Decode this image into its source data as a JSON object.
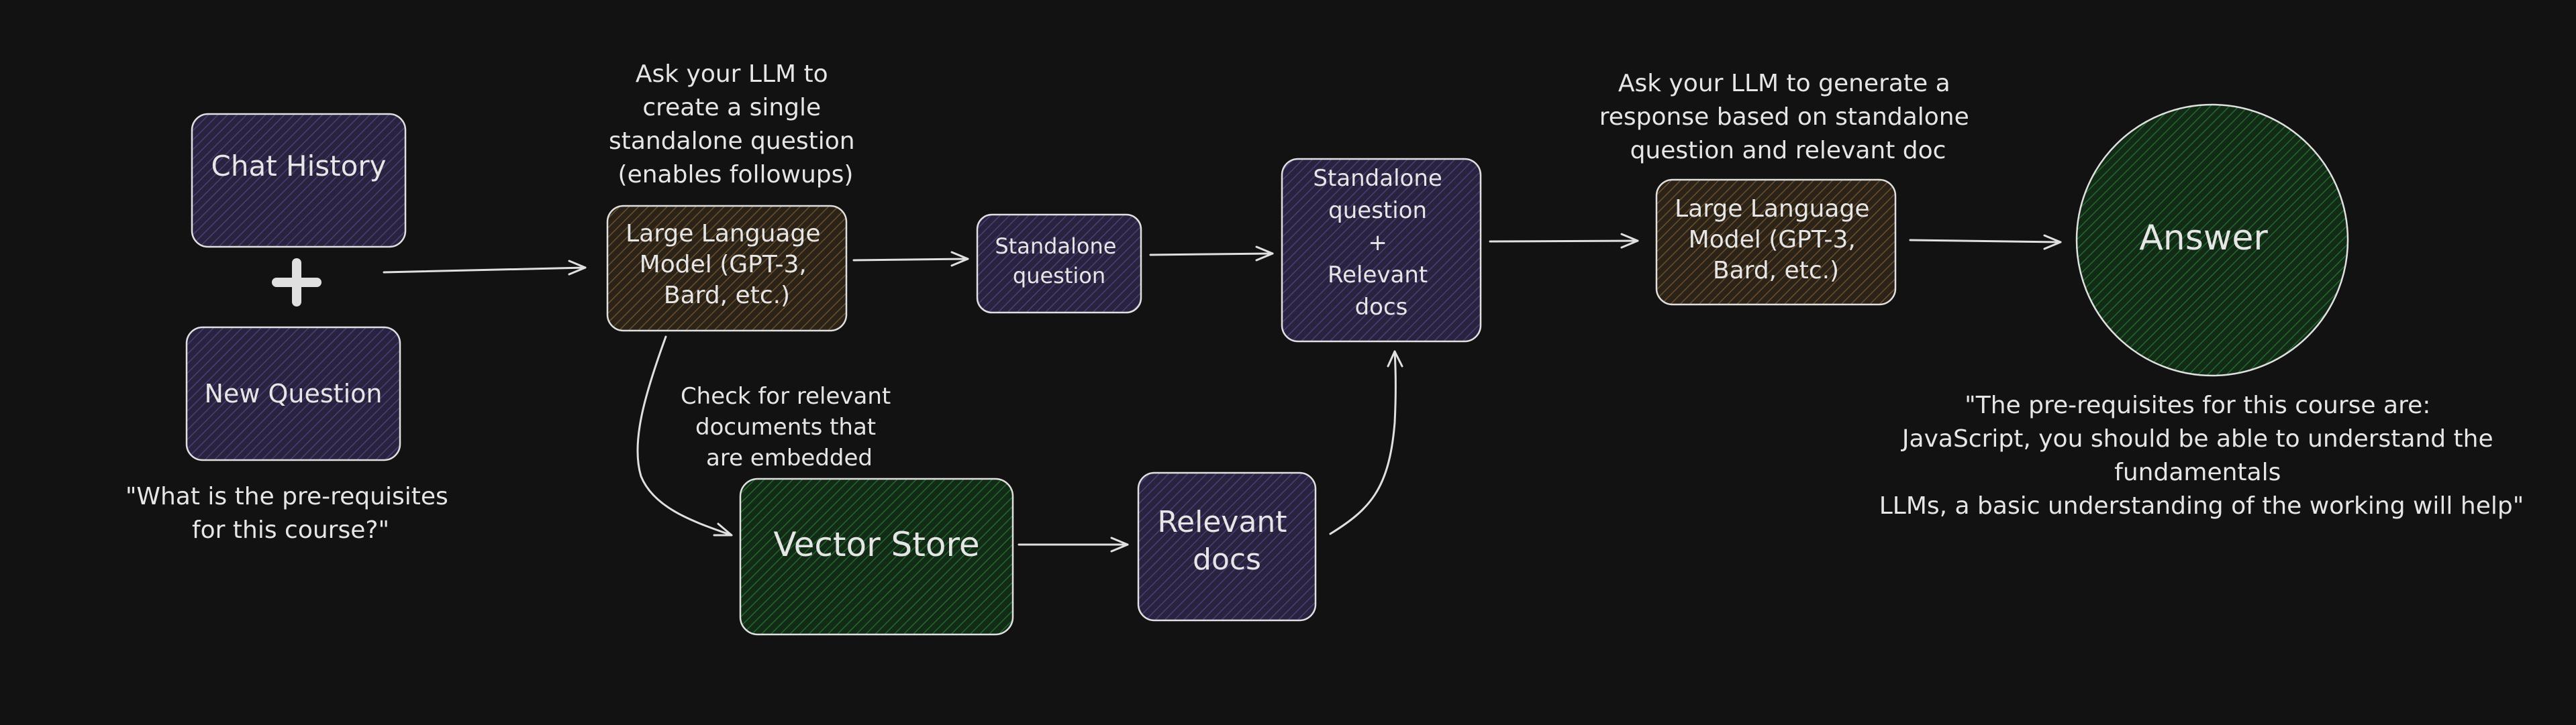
{
  "colors": {
    "background": "#121212",
    "stroke": "#e0e0e0",
    "text": "#e6e6e6",
    "purple_fill": "#2a2340",
    "purple_hatch": "#4b3e74",
    "brown_fill": "#2b2218",
    "brown_hatch": "#6a4f2c",
    "green_fill": "#122a16",
    "green_hatch": "#1f6a2c"
  },
  "nodes": {
    "chat_history": {
      "label": [
        "Chat History"
      ]
    },
    "new_question": {
      "label": [
        "New Question"
      ]
    },
    "llm_1": {
      "label": [
        "Large Language",
        "Model (GPT-3,",
        "Bard, etc.)"
      ]
    },
    "standalone_question": {
      "label": [
        "Standalone",
        "question"
      ]
    },
    "combined": {
      "label": [
        "Standalone",
        "question",
        "+",
        "Relevant",
        "docs"
      ]
    },
    "vector_store": {
      "label": [
        "Vector Store"
      ]
    },
    "relevant_docs": {
      "label": [
        "Relevant",
        "docs"
      ]
    },
    "llm_2": {
      "label": [
        "Large Language",
        "Model (GPT-3,",
        "Bard, etc.)"
      ]
    },
    "answer": {
      "label": [
        "Answer"
      ]
    }
  },
  "plus_sign": "+",
  "annotations": {
    "standalone_note": [
      "Ask your LLM to",
      "create a single",
      "standalone question",
      "(enables followups)"
    ],
    "vector_note": [
      "Check for relevant",
      "documents that",
      "are embedded"
    ],
    "response_note": [
      "Ask your LLM to generate a",
      "response based on standalone",
      "question and relevant doc"
    ],
    "question_quote": [
      "\"What is the pre-requisites",
      "for this course?\""
    ],
    "answer_quote": [
      "\"The pre-requisites for this course are:",
      "JavaScript, you should be able to understand the",
      "fundamentals",
      "LLMs, a basic understanding of the working will help\""
    ]
  },
  "icons": {
    "plus": "plus-icon",
    "arrow": "arrow-icon"
  }
}
